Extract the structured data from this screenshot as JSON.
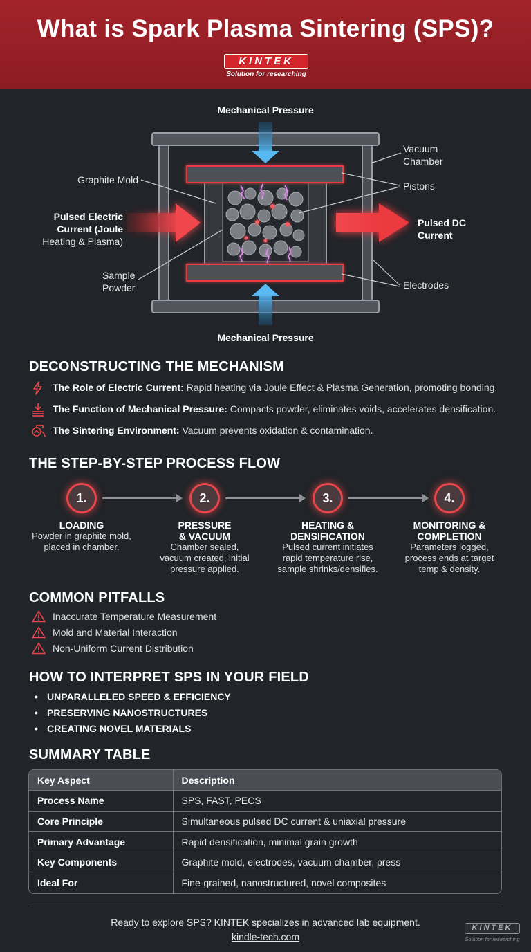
{
  "header": {
    "title": "What is Spark Plasma Sintering (SPS)?",
    "logo": "KINTEK",
    "tagline": "Solution for researching",
    "brand_color": "#a2232a"
  },
  "diagram": {
    "top_label": "Mechanical Pressure",
    "bottom_label": "Mechanical Pressure",
    "vacuum_label": [
      "Vacuum",
      "Chamber"
    ],
    "graphite_label": "Graphite Mold",
    "pistons_label": "Pistons",
    "left_current_label": [
      "Pulsed Electric",
      "Current (Joule",
      "Heating & Plasma)"
    ],
    "right_current_label": [
      "Pulsed DC",
      "Current"
    ],
    "sample_label": [
      "Sample",
      "Powder"
    ],
    "electrodes_label": "Electrodes",
    "pressure_color": "#3ea3e6",
    "current_color": "#e8454b"
  },
  "mechanism": {
    "title": "DECONSTRUCTING THE MECHANISM",
    "items": [
      {
        "icon": "lightning-icon",
        "label": "The Role of Electric Current:",
        "text": " Rapid heating via Joule Effect & Plasma Generation, promoting bonding."
      },
      {
        "icon": "press-down-icon",
        "label": "The Function of Mechanical Pressure:",
        "text": " Compacts powder, eliminates voids, accelerates densification."
      },
      {
        "icon": "vacuum-pump-icon",
        "label": "The Sintering Environment:",
        "text": " Vacuum prevents oxidation & contamination."
      }
    ]
  },
  "process": {
    "title": "THE STEP-BY-STEP PROCESS FLOW",
    "steps": [
      {
        "num": "1.",
        "title": "LOADING",
        "desc": "Powder in graphite mold, placed in chamber."
      },
      {
        "num": "2.",
        "title": "PRESSURE & VACUUM",
        "desc": "Chamber sealed, vacuum created, initial pressure applied."
      },
      {
        "num": "3.",
        "title": "HEATING & DENSIFICATION",
        "desc": "Pulsed current initiates rapid temperature rise, sample shrinks/densifies."
      },
      {
        "num": "4.",
        "title": "MONITORING & COMPLETION",
        "desc": "Parameters logged, process ends at target temp & density."
      }
    ]
  },
  "pitfalls": {
    "title": "COMMON PITFALLS",
    "items": [
      "Inaccurate Temperature Measurement",
      "Mold and Material Interaction",
      "Non-Uniform Current Distribution"
    ]
  },
  "interpret": {
    "title": "HOW TO INTERPRET SPS IN YOUR FIELD",
    "items": [
      "UNPARALLELED SPEED & EFFICIENCY",
      "PRESERVING NANOSTRUCTURES",
      "CREATING NOVEL MATERIALS"
    ]
  },
  "summary": {
    "title": "SUMMARY TABLE",
    "headers": [
      "Key Aspect",
      "Description"
    ],
    "rows": [
      [
        "Process Name",
        "SPS, FAST, PECS"
      ],
      [
        "Core Principle",
        "Simultaneous pulsed DC current & uniaxial pressure"
      ],
      [
        "Primary Advantage",
        "Rapid densification, minimal grain growth"
      ],
      [
        "Key Components",
        "Graphite mold, electrodes, vacuum chamber, press"
      ],
      [
        "Ideal For",
        "Fine-grained, nanostructured, novel composites"
      ]
    ]
  },
  "footer": {
    "text": "Ready to explore SPS? KINTEK specializes in advanced lab equipment.",
    "link": "kindle-tech.com",
    "logo": "KINTEK",
    "tagline": "Solution for researching"
  }
}
